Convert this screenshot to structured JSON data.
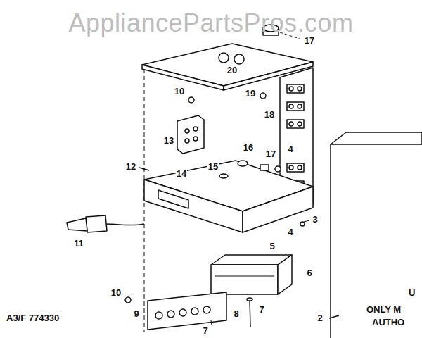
{
  "diagram": {
    "labels": [
      "AppliancePartsPros.com",
      "17",
      "20",
      "10",
      "19",
      "18",
      "13",
      "16",
      "17",
      "4",
      "12",
      "14",
      "15",
      "3",
      "4",
      "5",
      "11",
      "6",
      "7",
      "10",
      "9",
      "8",
      "7",
      "2",
      "A3/F 774330",
      "U",
      "ONLY M",
      "AUTHO"
    ]
  }
}
